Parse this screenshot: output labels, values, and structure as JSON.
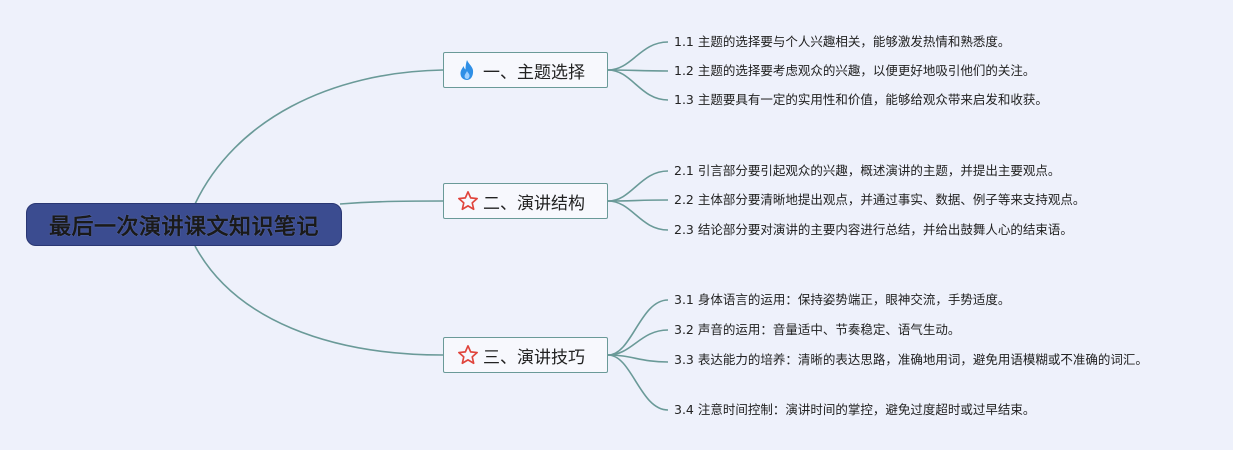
{
  "root": {
    "title": "最后一次演讲课文知识笔记"
  },
  "branches": [
    {
      "label": "一、主题选择",
      "icon": "fire-icon",
      "items": [
        "1.1 主题的选择要与个人兴趣相关，能够激发热情和熟悉度。",
        "1.2 主题的选择要考虑观众的兴趣，以便更好地吸引他们的关注。",
        "1.3 主题要具有一定的实用性和价值，能够给观众带来启发和收获。"
      ]
    },
    {
      "label": "二、演讲结构",
      "icon": "star-outline-icon",
      "items": [
        "2.1 引言部分要引起观众的兴趣，概述演讲的主题，并提出主要观点。",
        "2.2 主体部分要清晰地提出观点，并通过事实、数据、例子等来支持观点。",
        "2.3 结论部分要对演讲的主要内容进行总结，并给出鼓舞人心的结束语。"
      ]
    },
    {
      "label": "三、演讲技巧",
      "icon": "star-outline-icon",
      "items": [
        "3.1 身体语言的运用：保持姿势端正，眼神交流，手势适度。",
        "3.2 声音的运用：音量适中、节奏稳定、语气生动。",
        "3.3 表达能力的培养：清晰的表达思路，准确地用词，避免用语模糊或不准确的词汇。",
        "3.4 注意时间控制：演讲时间的掌控，避免过度超时或过早结束。"
      ]
    }
  ],
  "colors": {
    "background": "#eef1fb",
    "root_fill": "#3b4c90",
    "connector": "#6a9a98",
    "fire": "#2f8fe6",
    "star": "#e0443c"
  }
}
